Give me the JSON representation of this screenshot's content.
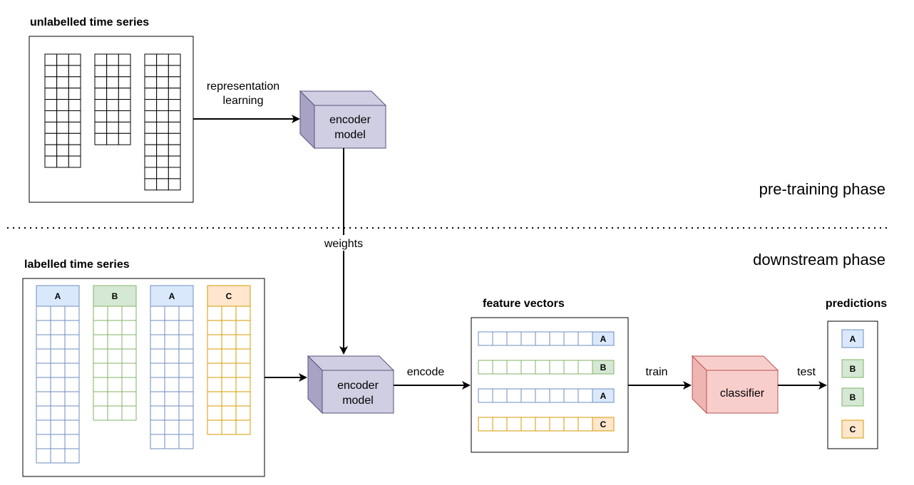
{
  "pretraining": {
    "unlabelled_title": "unlabelled time series",
    "arrow_label_line1": "representation",
    "arrow_label_line2": "learning",
    "encoder_line1": "encoder",
    "encoder_line2": "model",
    "phase_label": "pre-training phase"
  },
  "weights_label": "weights",
  "downstream": {
    "phase_label": "downstream phase",
    "labelled_title": "labelled time series",
    "series_labels": [
      "A",
      "B",
      "A",
      "C"
    ],
    "encoder_line1": "encoder",
    "encoder_line2": "model",
    "encode_label": "encode",
    "feature_title": "feature vectors",
    "feature_labels": [
      "A",
      "B",
      "A",
      "C"
    ],
    "train_label": "train",
    "classifier_label": "classifier",
    "test_label": "test",
    "predictions_title": "predictions",
    "prediction_labels": [
      "A",
      "B",
      "B",
      "C"
    ]
  },
  "colors": {
    "A": {
      "fill": "#dae8fc",
      "stroke": "#6c8ebf"
    },
    "B": {
      "fill": "#d5e8d4",
      "stroke": "#82b366"
    },
    "C": {
      "fill": "#ffe6cc",
      "stroke": "#d79b00"
    },
    "encoder": {
      "fill": "#d0cee2",
      "stroke": "#56517e"
    },
    "classifier": {
      "fill": "#f8cecc",
      "stroke": "#b85450"
    }
  }
}
